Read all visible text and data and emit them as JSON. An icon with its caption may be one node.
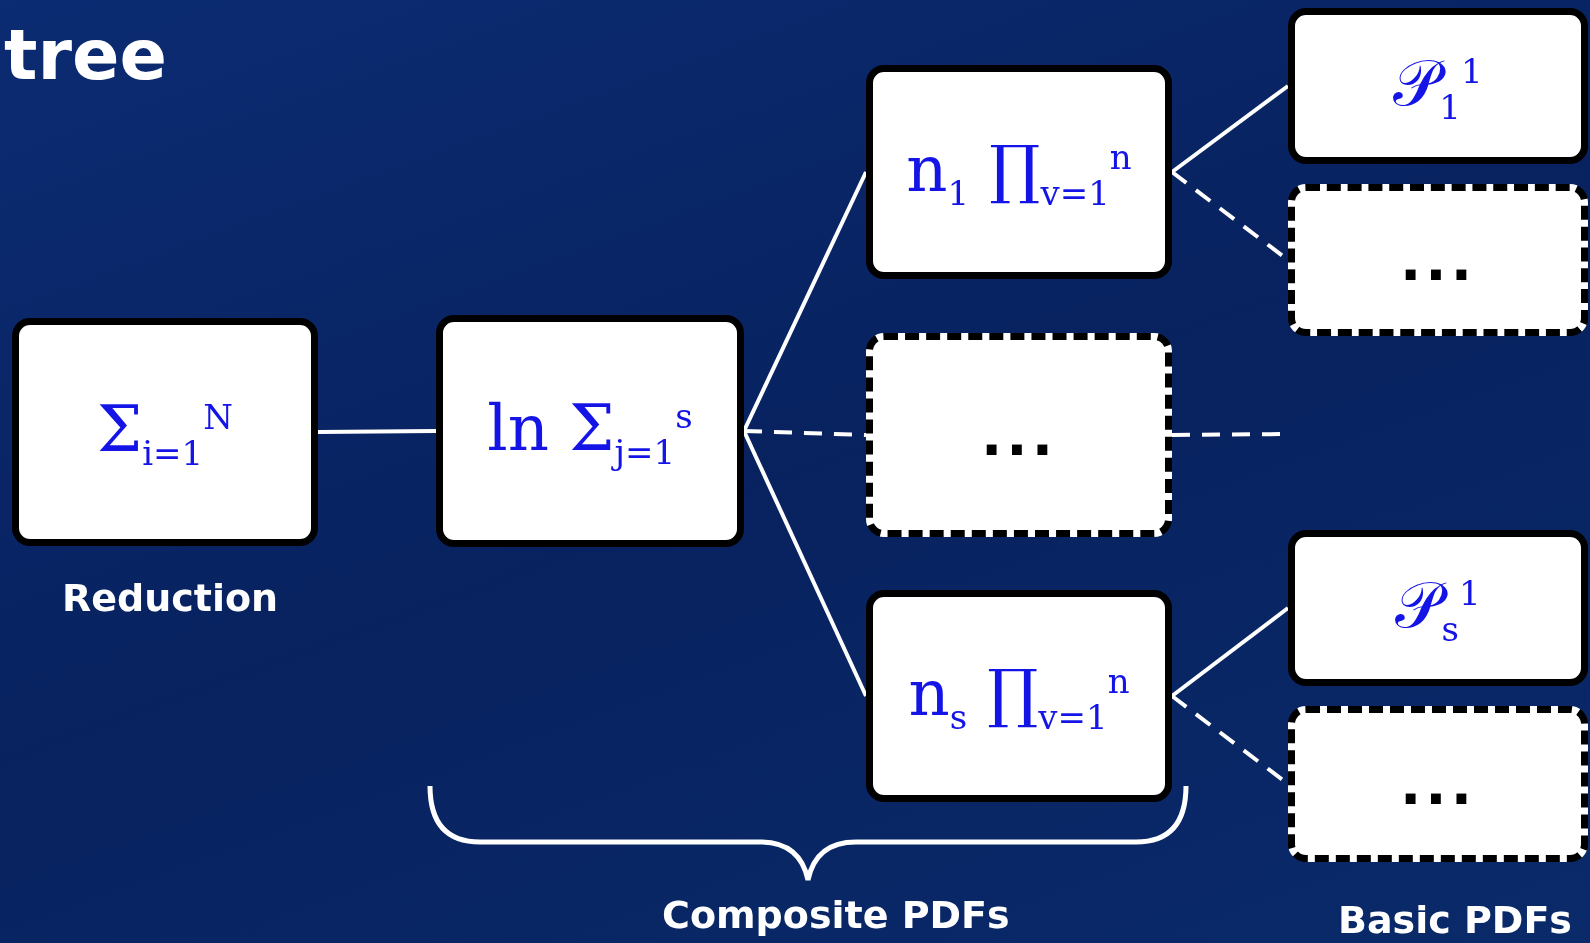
{
  "diagram": {
    "title": "tree",
    "nodes": [
      {
        "text": [
          "Σ$_{i=1}$$^{N}$"
        ],
        "beside": [
          "Reduction"
        ]
      },
      {
        "text": [
          "ln Σ$_{j=1}$$^{s}$"
        ]
      },
      {
        "text": [
          "n$_{1}$ ∏$_{v=1}$$^{n}$"
        ]
      },
      {
        "text": [
          "..."
        ]
      },
      {
        "text": [
          "n$_{s}$ ∏$_{v=1}$$^{n}$"
        ]
      },
      {
        "text": [
          "𝒫$_{1}$$^{1}$"
        ]
      },
      {
        "text": [
          "..."
        ]
      },
      {
        "text": [
          "𝒫$_{s}$$^{1}$"
        ]
      },
      {
        "text": [
          "..."
        ]
      }
    ],
    "edges": [
      {
        "from": 0,
        "to": 1,
        "arrow": "none"
      },
      {
        "from": 1,
        "to": 2,
        "arrow": "none"
      },
      {
        "from": 1,
        "to": 3,
        "arrow": "none",
        "style": "dashed"
      },
      {
        "from": 1,
        "to": 4,
        "arrow": "none"
      },
      {
        "from": 2,
        "to": 5,
        "arrow": "none"
      },
      {
        "from": 2,
        "to": 6,
        "arrow": "none",
        "style": "dashed"
      },
      {
        "from": 3,
        "to": null,
        "arrow": "none",
        "style": "dashed"
      },
      {
        "from": 4,
        "to": 7,
        "arrow": "none"
      },
      {
        "from": 4,
        "to": 8,
        "arrow": "none",
        "style": "dashed"
      }
    ],
    "labels": [
      "Composite PDFs",
      "Basic PDFs"
    ]
  }
}
